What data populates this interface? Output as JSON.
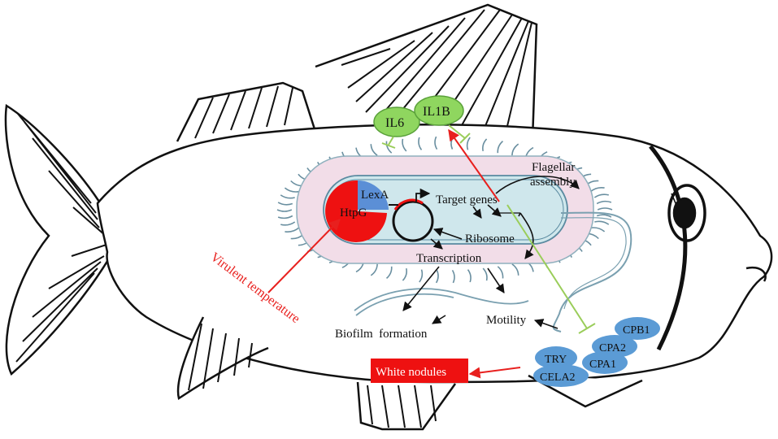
{
  "colors": {
    "outline": "#111111",
    "inhibition": "#9acd5a",
    "activation": "#e8201e",
    "cytokine_fill": "#8fd65f",
    "enzyme_fill": "#5b9bd5",
    "cell_envelope": "#f2dde8",
    "cytoplasm": "#cfe7ec",
    "htpg_red": "#ee1111",
    "lexa_blue": "#5b8fd6",
    "nodule_red": "#ee1111"
  },
  "cytokines": {
    "il6": "IL6",
    "il1b": "IL1B"
  },
  "bacterium": {
    "lexa": "LexA",
    "htpg": "HtpG",
    "target_genes": "Target genes",
    "flagellar_line1": "Flagellar",
    "flagellar_line2": "assembly",
    "ribosome": "Ribosome",
    "transcription": "Transcription"
  },
  "outcomes": {
    "biofilm": "Biofilm  formation",
    "motility": "Motility"
  },
  "stimulus": {
    "virulent_temperature": "Virulent temperature"
  },
  "enzymes": {
    "cpb1": "CPB1",
    "cpa2": "CPA2",
    "try": "TRY",
    "cpa1": "CPA1",
    "cela2": "CELA2"
  },
  "symptom": {
    "white_nodules": "White nodules"
  }
}
